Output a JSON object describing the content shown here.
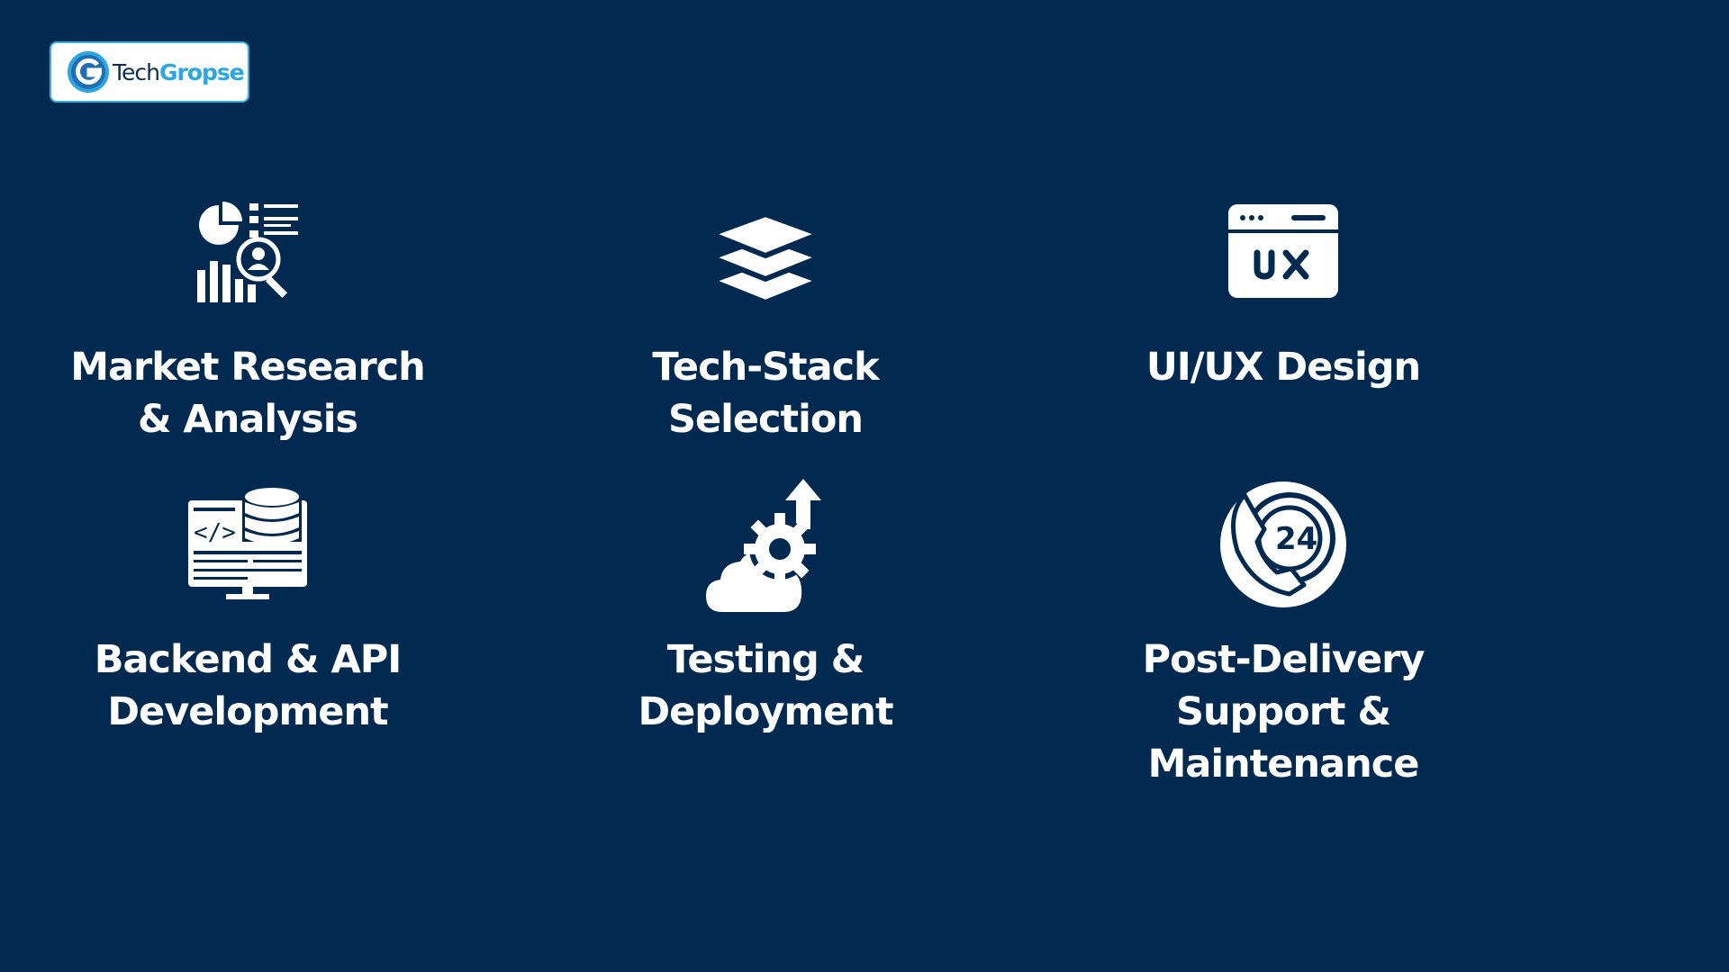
{
  "brand": {
    "name_part1": "Tech",
    "name_part2": "Gropse",
    "primary_color": "#022a51",
    "accent_color": "#2aa7e0"
  },
  "services": [
    {
      "icon": "market-research-icon",
      "lines": [
        "Market Research",
        "& Analysis"
      ]
    },
    {
      "icon": "layers-stack-icon",
      "lines": [
        "Tech-Stack",
        "Selection"
      ]
    },
    {
      "icon": "ux-browser-icon",
      "lines": [
        "UI/UX Design"
      ]
    },
    {
      "icon": "backend-database-icon",
      "lines": [
        "Backend & API",
        "Development"
      ]
    },
    {
      "icon": "cloud-gear-deploy-icon",
      "lines": [
        "Testing &",
        "Deployment"
      ]
    },
    {
      "icon": "support-24-icon",
      "lines": [
        "Post-Delivery",
        "Support &",
        "Maintenance"
      ]
    }
  ]
}
